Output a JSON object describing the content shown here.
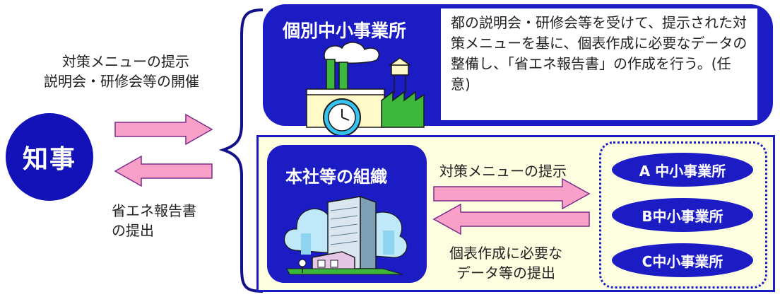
{
  "governor": {
    "label": "知事"
  },
  "left_labels": {
    "top_line1": "対策メニューの提示",
    "top_line2": "説明会・研修会等の開催",
    "bottom_line1": "省エネ報告書",
    "bottom_line2": "の提出"
  },
  "individual": {
    "title": "個別中小事業所",
    "description": "都の説明会・研修会等を受けて、提示された対策メニューを基に、個表作成に必要なデータの整備し、「省エネ報告書」の作成を行う。(任意)"
  },
  "group": {
    "hq_title": "本社等の組織",
    "arrow_top_label": "対策メニューの提示",
    "arrow_bottom_label": "個表作成に必要な\nデータ等の提出",
    "offices": [
      "A 中小事業所",
      "B中小事業所",
      "C中小事業所"
    ]
  },
  "colors": {
    "primary_blue": "#1c1cc4",
    "arrow_pink": "#f8a0c8",
    "panel_cream": "#fdfde0",
    "clock_cyan": "#36c3f0",
    "factory_green": "#3cb93c",
    "factory_yellow": "#fffac8"
  }
}
